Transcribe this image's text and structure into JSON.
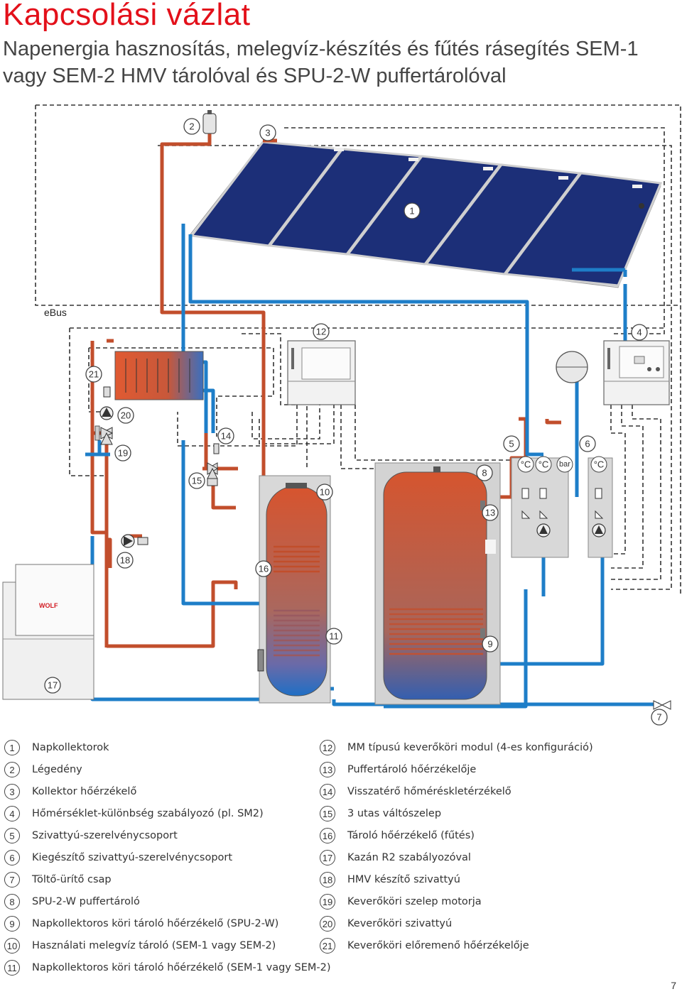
{
  "title": "Kapcsolási vázlat",
  "subtitle": "Napenergia hasznosítás, melegvíz-készítés és fűtés rásegítés SEM-1 vagy SEM-2 HMV tárolóval és SPU-2-W puffertárolóval",
  "diagram": {
    "ebus_label": "eBus",
    "unit_celsius": "°C",
    "unit_bar": "bar",
    "brand": "WOLF",
    "colors": {
      "hot_pipe": "#c24e2c",
      "cold_pipe": "#1e7ec8",
      "accent": "#e3101a",
      "collector": "#1c2f78"
    },
    "tags": [
      "1",
      "2",
      "3",
      "4",
      "5",
      "6",
      "7",
      "8",
      "9",
      "10",
      "11",
      "12",
      "13",
      "14",
      "15",
      "16",
      "17",
      "18",
      "19",
      "20",
      "21"
    ]
  },
  "legend": {
    "left": [
      {
        "num": "1",
        "text": "Napkollektorok"
      },
      {
        "num": "2",
        "text": "Légedény"
      },
      {
        "num": "3",
        "text": "Kollektor hőérzékelő"
      },
      {
        "num": "4",
        "text": "Hőmérséklet-különbség szabályozó (pl. SM2)"
      },
      {
        "num": "5",
        "text": "Szivattyú-szerelvénycsoport"
      },
      {
        "num": "6",
        "text": "Kiegészítő szivattyú-szerelvénycsoport"
      },
      {
        "num": "7",
        "text": "Töltő-ürítő csap"
      },
      {
        "num": "8",
        "text": "SPU-2-W puffertároló"
      },
      {
        "num": "9",
        "text": "Napkollektoros köri tároló hőérzékelő (SPU-2-W)"
      },
      {
        "num": "10",
        "text": "Használati melegvíz tároló (SEM-1 vagy SEM-2)"
      },
      {
        "num": "11",
        "text": "Napkollektoros köri tároló hőérzékelő (SEM-1 vagy SEM-2)"
      }
    ],
    "right": [
      {
        "num": "12",
        "text": "MM típusú keverőköri modul (4-es konfiguráció)"
      },
      {
        "num": "13",
        "text": "Puffertároló hőérzékelője"
      },
      {
        "num": "14",
        "text": "Visszatérő hőméréskletérzékelő"
      },
      {
        "num": "15",
        "text": "3 utas váltószelep"
      },
      {
        "num": "16",
        "text": "Tároló hőérzékelő (fűtés)"
      },
      {
        "num": "17",
        "text": "Kazán R2 szabályozóval"
      },
      {
        "num": "18",
        "text": "HMV készítő szivattyú"
      },
      {
        "num": "19",
        "text": "Keverőköri szelep motorja"
      },
      {
        "num": "20",
        "text": "Keverőköri szivattyú"
      },
      {
        "num": "21",
        "text": "Keverőköri előremenő hőérzékelője"
      }
    ]
  },
  "page_number": "7"
}
